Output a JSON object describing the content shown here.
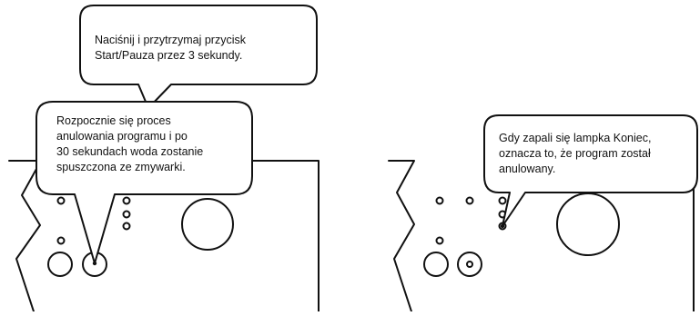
{
  "callouts": {
    "press_hold": {
      "lines": [
        "Naciśnij i przytrzymaj przycisk",
        "Start/Pauza przez 3 sekundy."
      ]
    },
    "cancel_process": {
      "lines": [
        "Rozpocznie się proces",
        "anulowania programu i po",
        "30 sekundach woda zostanie",
        "spuszczona ze zmywarki."
      ]
    },
    "end_light": {
      "lines": [
        "Gdy zapali się lampka Koniec,",
        "oznacza to, że program został",
        "anulowany."
      ]
    }
  },
  "colors": {
    "stroke": "#111111",
    "background": "#ffffff"
  }
}
